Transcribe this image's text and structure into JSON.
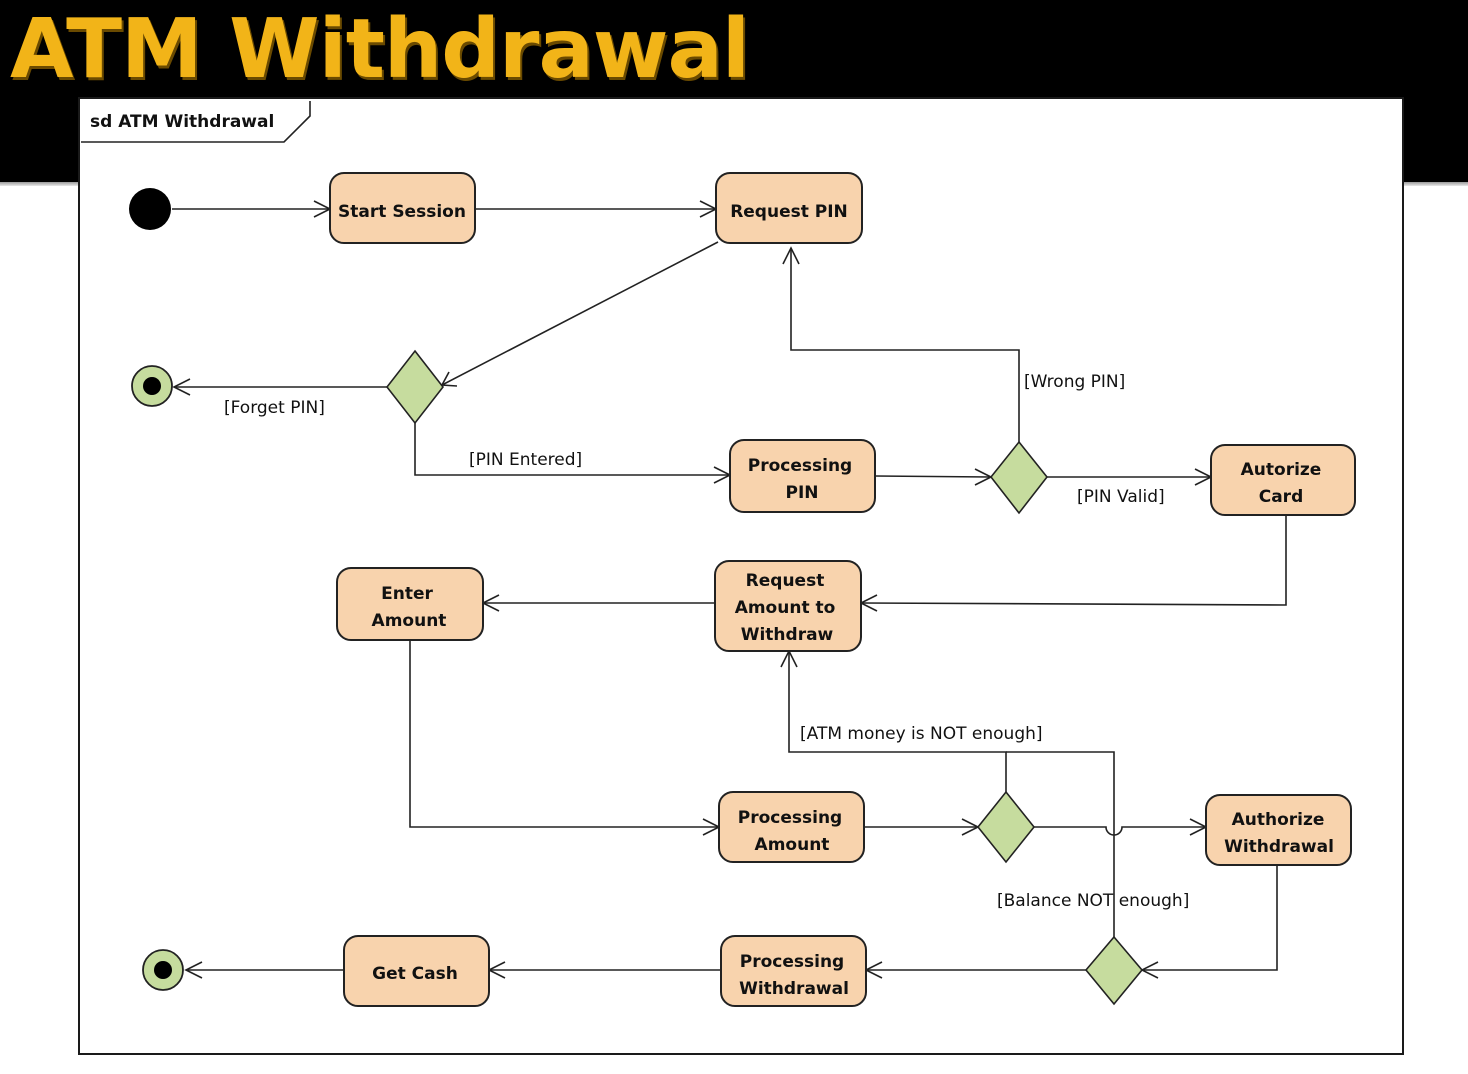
{
  "slide": {
    "title": "ATM Withdrawal"
  },
  "diagram": {
    "frame_label": "sd ATM Withdrawal",
    "activities": {
      "start_session": [
        "Start Session"
      ],
      "request_pin": [
        "Request PIN"
      ],
      "processing_pin": [
        "Processing",
        "PIN"
      ],
      "autorize_card": [
        "Autorize",
        "Card"
      ],
      "request_amount": [
        "Request",
        "Amount to",
        "Withdraw"
      ],
      "enter_amount": [
        "Enter",
        "Amount"
      ],
      "processing_amount": [
        "Processing",
        "Amount"
      ],
      "authorize_withdrawal": [
        "Authorize",
        "Withdrawal"
      ],
      "processing_withdrawal": [
        "Processing",
        "Withdrawal"
      ],
      "get_cash": [
        "Get Cash"
      ]
    },
    "guards": {
      "forget_pin": "[Forget PIN]",
      "pin_entered": "[PIN Entered]",
      "wrong_pin": "[Wrong PIN]",
      "pin_valid": "[PIN Valid]",
      "atm_money_not_enough": "[ATM money is NOT enough]",
      "balance_not_enough": "[Balance NOT enough]"
    },
    "colors": {
      "activity_fill": "#f8d3ad",
      "decision_fill": "#c6dc9e",
      "title_color": "#f2b418"
    }
  }
}
